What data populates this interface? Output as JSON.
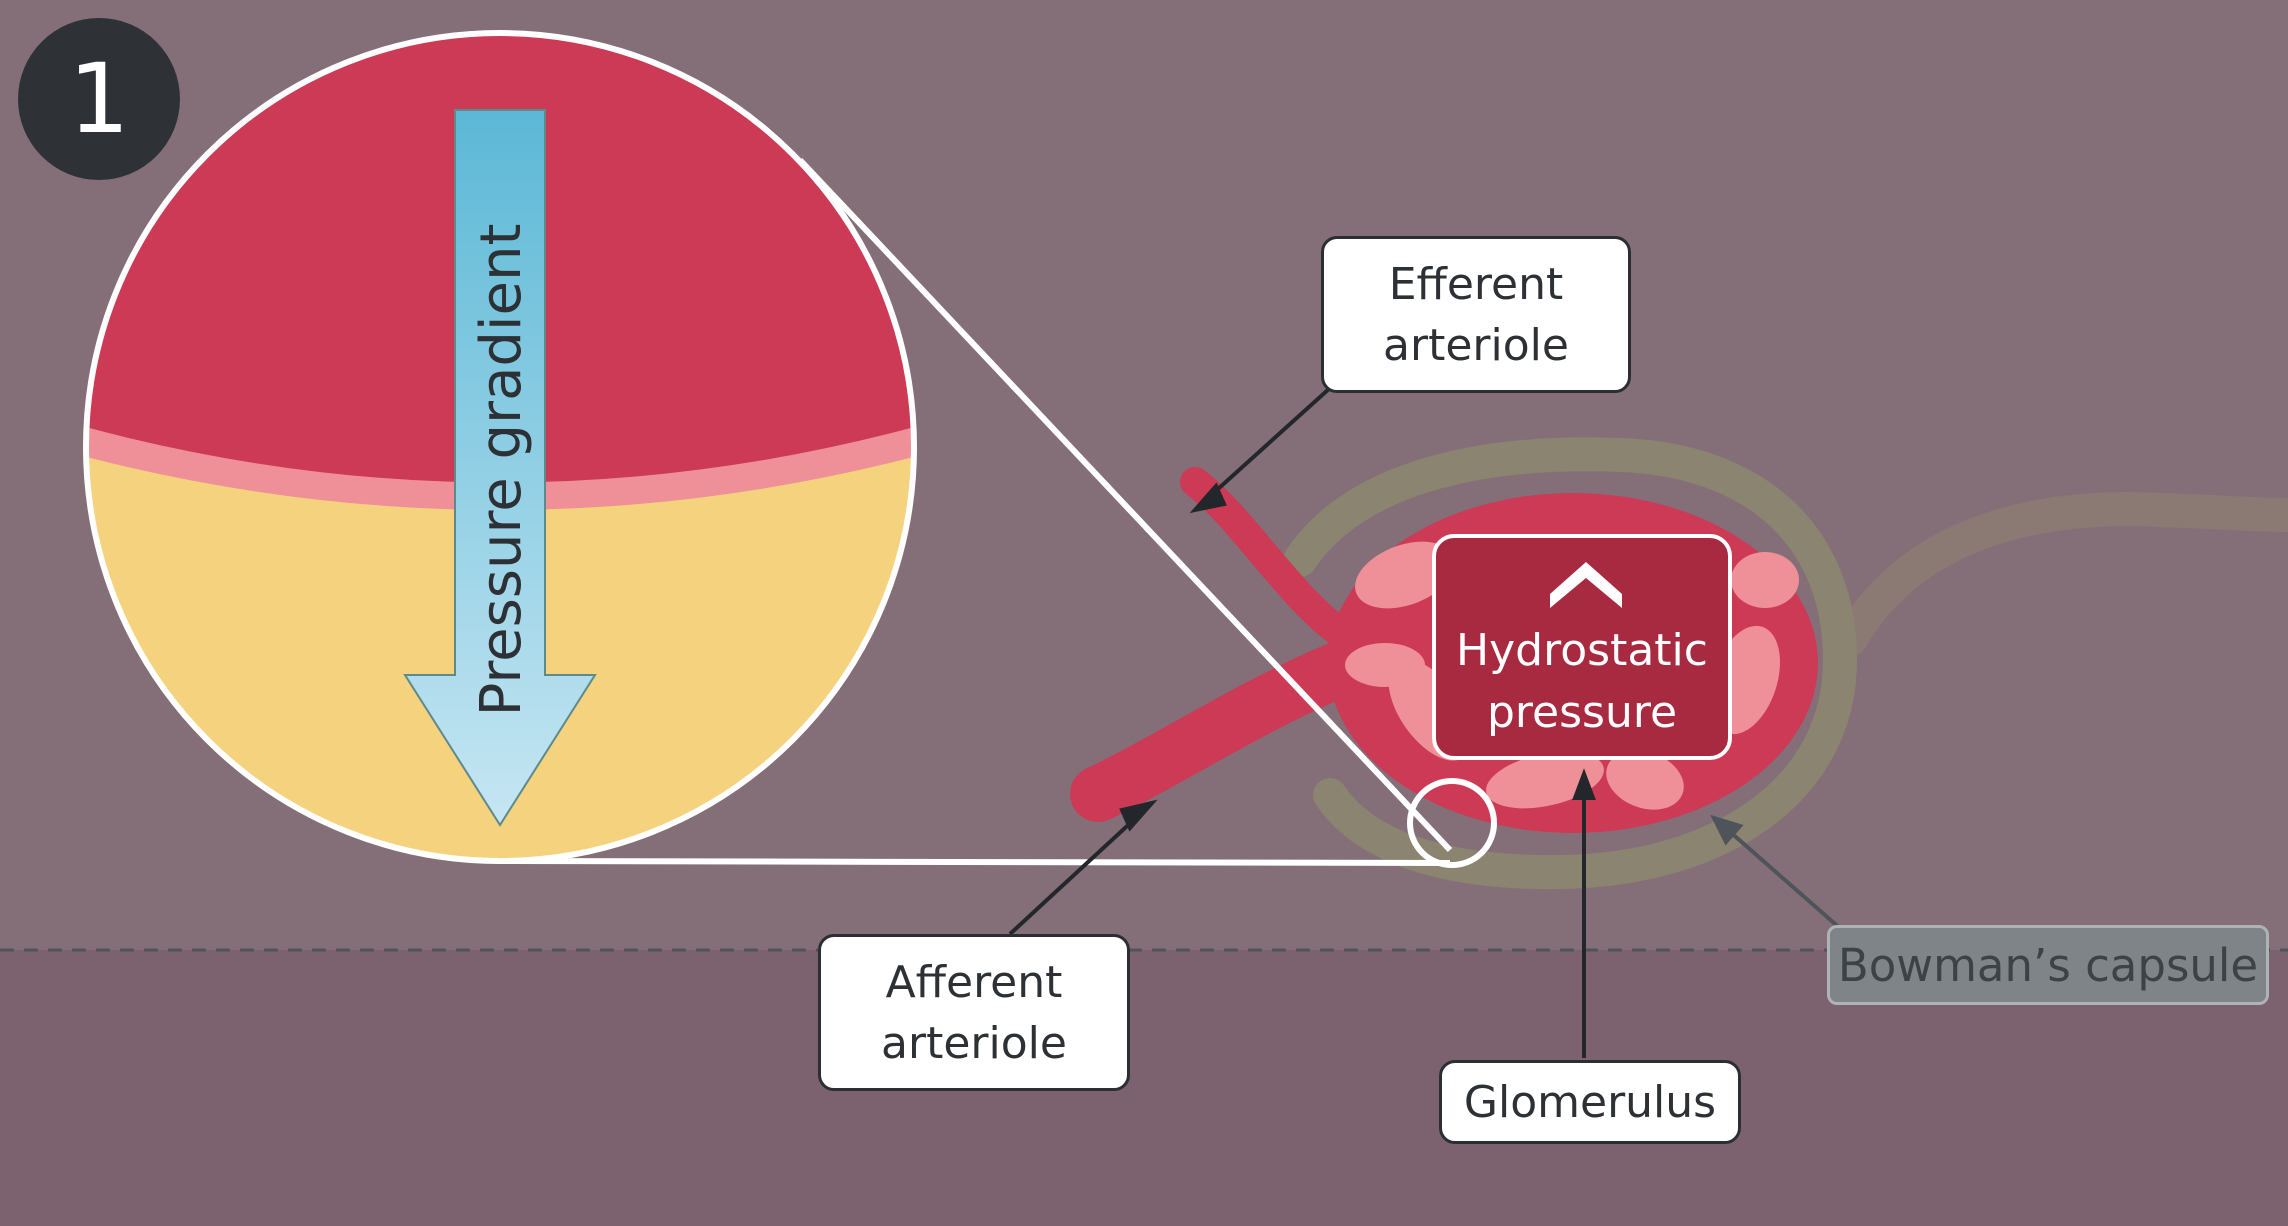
{
  "step_number": "1",
  "labels": {
    "pressure_gradient": "Pressure gradient",
    "efferent_arteriole": "Efferent\narteriole",
    "afferent_arteriole": "Afferent\narteriole",
    "hydrostatic_pressure": "Hydrostatic\npressure",
    "glomerulus": "Glomerulus",
    "bowmans_capsule": "Bowman’s capsule"
  },
  "colors": {
    "background_upper": "#846f79",
    "background_lower": "#7b626e",
    "blood_red": "#cc3a55",
    "blood_light": "#ef8f98",
    "filtrate_yellow": "#f5d27e",
    "capsule": "#8a8470",
    "gradient_arrow_top": "#5bb8d6",
    "gradient_arrow_bottom": "#c6e6f3",
    "hydrostatic_box": "#a82a40",
    "badge": "#2e3237"
  },
  "icons": {
    "hydrostatic_indicator": "chevron-up-icon"
  }
}
